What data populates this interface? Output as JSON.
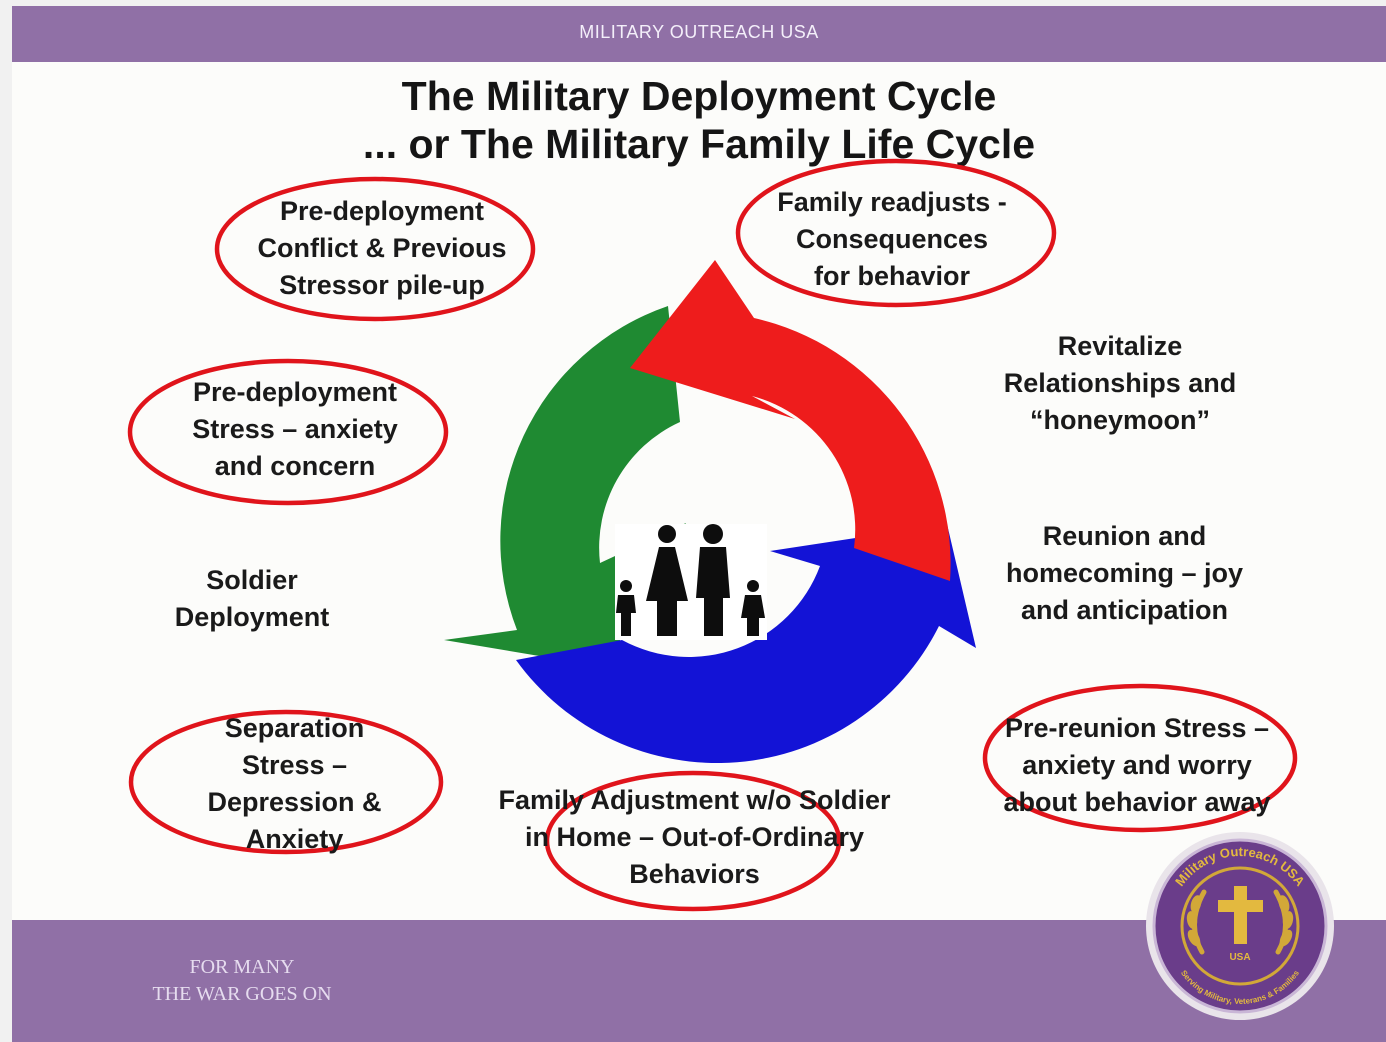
{
  "header": {
    "org": "MILITARY OUTREACH USA"
  },
  "title": {
    "line1": "The Military Deployment Cycle",
    "line2": "... or The Military Family Life Cycle"
  },
  "stages": {
    "pre_deployment_conflict": [
      "Pre-deployment",
      "Conflict & Previous",
      "Stressor pile-up"
    ],
    "pre_deployment_stress": [
      "Pre-deployment",
      "Stress – anxiety",
      "and concern"
    ],
    "soldier_deployment": [
      "Soldier",
      "Deployment"
    ],
    "separation_stress": [
      "Separation",
      "Stress –",
      "Depression &",
      "Anxiety"
    ],
    "family_adjustment": [
      "Family Adjustment w/o Soldier",
      "in Home – Out-of-Ordinary",
      "Behaviors"
    ],
    "pre_reunion_stress": [
      "Pre-reunion Stress –",
      "anxiety and worry",
      "about behavior away"
    ],
    "reunion": [
      "Reunion and",
      "homecoming – joy",
      "and anticipation"
    ],
    "revitalize": [
      "Revitalize",
      "Relationships and",
      "“honeymoon”"
    ],
    "family_readjusts": [
      "Family readjusts -",
      "Consequences",
      "for behavior"
    ]
  },
  "footer": {
    "tagline_line1": "FOR MANY",
    "tagline_line2": "THE WAR GOES ON"
  },
  "seal": {
    "ring_text": "Military Outreach USA",
    "inner_text": "USA",
    "bottom_text": "Serving Military, Veterans & Families"
  },
  "colors": {
    "bar": "#9070a6",
    "arrow_red": "#ee1c1c",
    "arrow_green": "#1f8a32",
    "arrow_blue": "#1313d6",
    "highlight_circle": "#e0141b",
    "seal_purple": "#6a3d8a",
    "seal_gold": "#d2a838"
  },
  "icons": [
    "family-icon",
    "cross-icon"
  ]
}
